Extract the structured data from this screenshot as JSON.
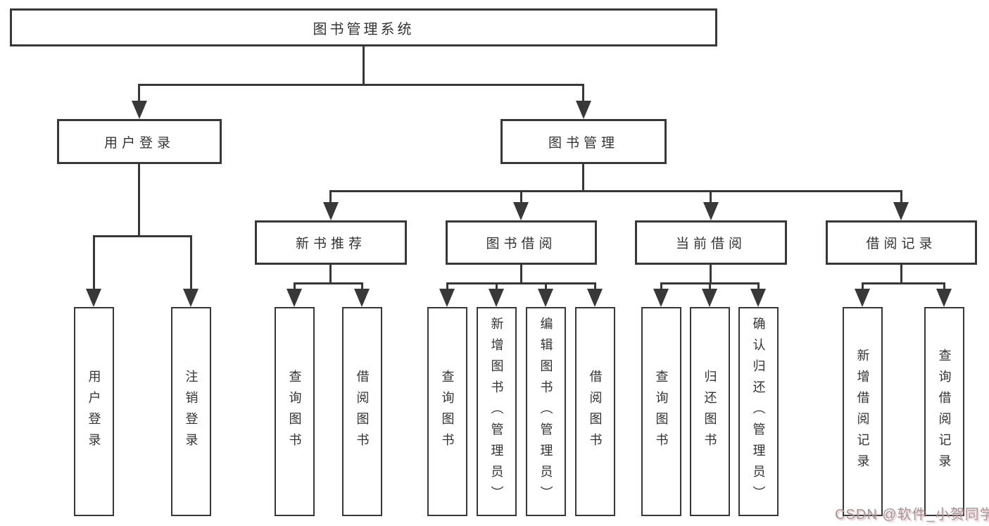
{
  "page": {
    "background": "#ffffff"
  },
  "diagram": {
    "type": "org-tree",
    "line_color": "#383838",
    "text_color": "#333333",
    "tree": {
      "label": "图书管理系统",
      "children": [
        {
          "label": "用户登录",
          "children": [
            {
              "label": "用户登录"
            },
            {
              "label": "注销登录"
            }
          ]
        },
        {
          "label": "图书管理",
          "children": [
            {
              "label": "新书推荐",
              "children": [
                {
                  "label": "查询图书"
                },
                {
                  "label": "借阅图书"
                }
              ]
            },
            {
              "label": "图书借阅",
              "children": [
                {
                  "label": "查询图书"
                },
                {
                  "label": "新增图书（管理员）"
                },
                {
                  "label": "编辑图书（管理员）"
                },
                {
                  "label": "借阅图书"
                }
              ]
            },
            {
              "label": "当前借阅",
              "children": [
                {
                  "label": "查询图书"
                },
                {
                  "label": "归还图书"
                },
                {
                  "label": "确认归还（管理员）"
                }
              ]
            },
            {
              "label": "借阅记录",
              "children": [
                {
                  "label": "新增借阅记录"
                },
                {
                  "label": "查询借阅记录"
                }
              ]
            }
          ]
        }
      ]
    }
  },
  "watermark": {
    "text": "CSDN @软件_小贺同学",
    "color": "#9a9a9a",
    "accent": "#e89aa6"
  }
}
